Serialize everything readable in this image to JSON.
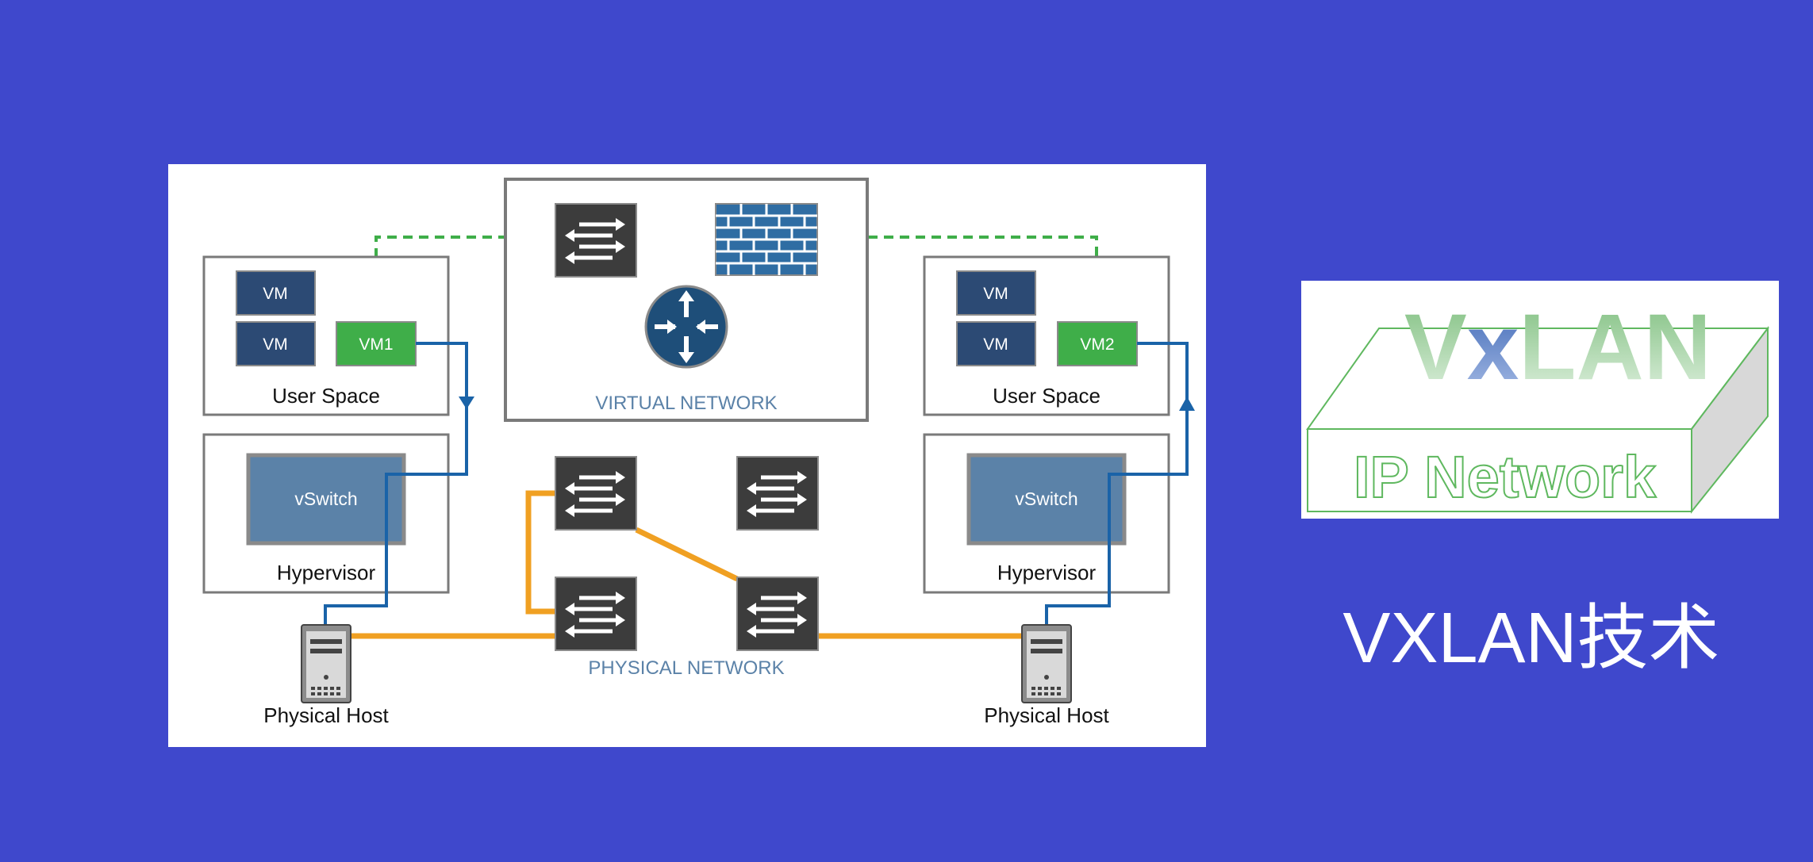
{
  "colors": {
    "slide_bg": "#3f48cc",
    "vm_blue": "#2c4a74",
    "vm_green": "#3fae49",
    "vswitch": "#5b82a8",
    "device_dark": "#3c3c3c",
    "firewall": "#2f6da3",
    "router": "#1e4e79",
    "link_orange": "#f0a022",
    "link_blue": "#1a63a8",
    "link_green_dashed": "#3fae49",
    "network_label": "#5b82a8",
    "vxlan_green": "#8fc98f",
    "vxlan_blue": "#3a64b4"
  },
  "diagram": {
    "left_host": {
      "vm_labels": [
        "VM",
        "VM"
      ],
      "vm_highlight": "VM1",
      "user_space": "User Space",
      "vswitch": "vSwitch",
      "hypervisor": "Hypervisor",
      "physical_host": "Physical Host"
    },
    "right_host": {
      "vm_labels": [
        "VM",
        "VM"
      ],
      "vm_highlight": "VM2",
      "user_space": "User Space",
      "vswitch": "vSwitch",
      "hypervisor": "Hypervisor",
      "physical_host": "Physical Host"
    },
    "virtual_network_label": "VIRTUAL NETWORK",
    "physical_network_label": "PHYSICAL NETWORK",
    "icons": {
      "switch": "switch-arrows-icon",
      "firewall": "firewall-brick-icon",
      "router": "router-arrows-icon",
      "server": "server-tower-icon"
    }
  },
  "logo": {
    "top_word_parts": [
      "V",
      "x",
      "LAN"
    ],
    "bottom_text": "IP Network"
  },
  "slide_title": "VXLAN技术"
}
